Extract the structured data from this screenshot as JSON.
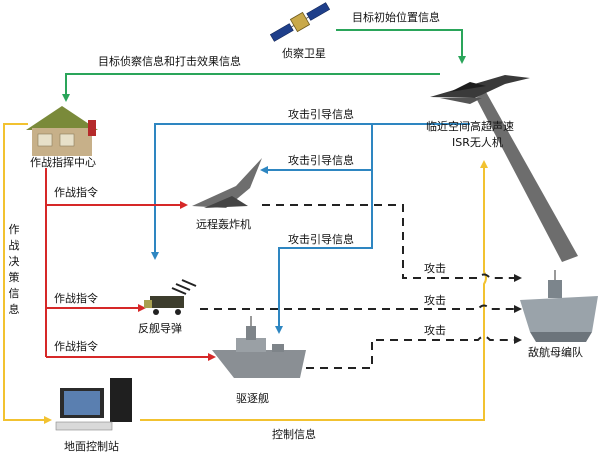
{
  "nodes": {
    "satellite": "侦察卫星",
    "uav_line1": "临近空间高超声速",
    "uav_line2": "ISR无人机",
    "command_center": "作战指挥中心",
    "bomber": "远程轰炸机",
    "missile": "反舰导弹",
    "destroyer": "驱逐舰",
    "ground_station": "地面控制站",
    "carrier": "敌航母编队"
  },
  "edges": {
    "initial_position": "目标初始位置信息",
    "recon_strike_info": "目标侦察信息和打击效果信息",
    "guidance_1": "攻击引导信息",
    "guidance_2": "攻击引导信息",
    "guidance_3": "攻击引导信息",
    "order_1": "作战指令",
    "order_2": "作战指令",
    "order_3": "作战指令",
    "attack_1": "攻击",
    "attack_2": "攻击",
    "attack_3": "攻击",
    "decision_info": "作战决策信息",
    "control_info": "控制信息"
  },
  "colors": {
    "green": "#2aa55a",
    "blue": "#2e86c1",
    "red": "#d62828",
    "yellow": "#f2c230",
    "dashed": "#222222"
  }
}
